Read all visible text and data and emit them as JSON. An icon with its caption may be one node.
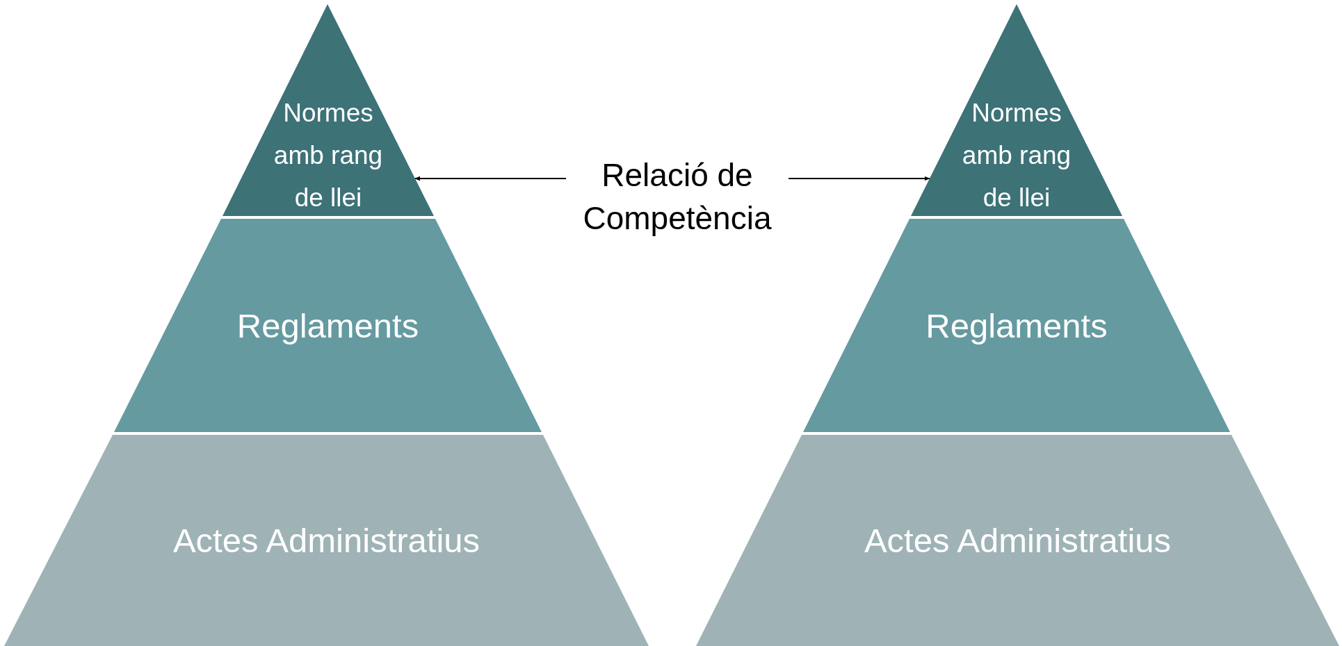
{
  "diagram": {
    "nodes": [
      {
        "text": [
          "Normes amb rang de llei"
        ]
      },
      {
        "text": [
          "Reglaments"
        ]
      },
      {
        "text": [
          "Actes Administratius"
        ]
      },
      {
        "text": [
          "Normes amb rang de llei"
        ]
      },
      {
        "text": [
          "Reglaments"
        ]
      },
      {
        "text": [
          "Actes Administratius"
        ]
      },
      {
        "text": [
          "Relació de Competència"
        ]
      }
    ],
    "edges": [
      {
        "from": 6,
        "to": 0,
        "arrow": "to"
      },
      {
        "from": 6,
        "to": 3,
        "arrow": "to"
      }
    ]
  }
}
